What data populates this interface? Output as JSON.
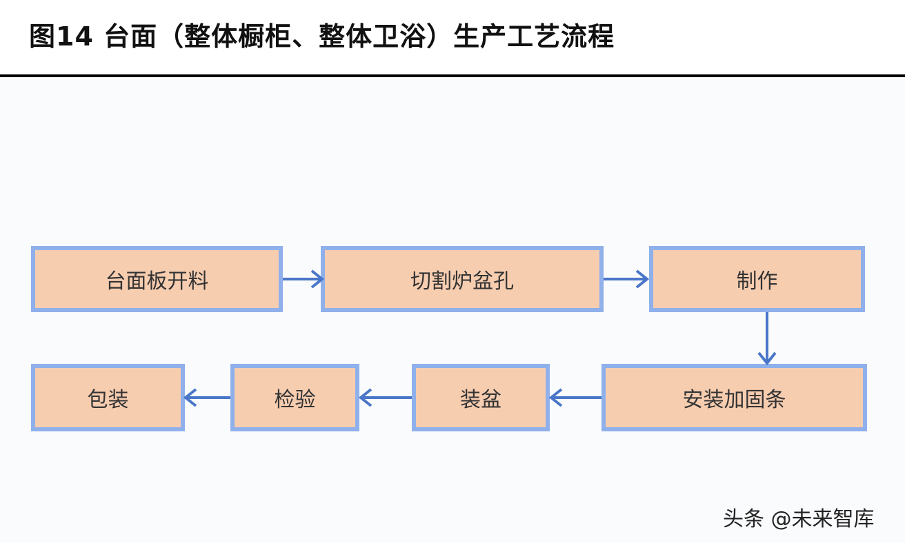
{
  "title": "图14 台面（整体橱柜、整体卫浴）生产工艺流程",
  "steps": [
    {
      "label": "台面板开料"
    },
    {
      "label": "切割炉盆孔"
    },
    {
      "label": "制作"
    },
    {
      "label": "安装加固条"
    },
    {
      "label": "装盆"
    },
    {
      "label": "检验"
    },
    {
      "label": "包装"
    }
  ],
  "watermark": "头条 @未来智库",
  "colors": {
    "box_fill": "#f7cdb0",
    "box_border": "#8fb0ea",
    "arrow": "#4a76c8"
  },
  "icons": {
    "arrow": "arrow-icon"
  }
}
